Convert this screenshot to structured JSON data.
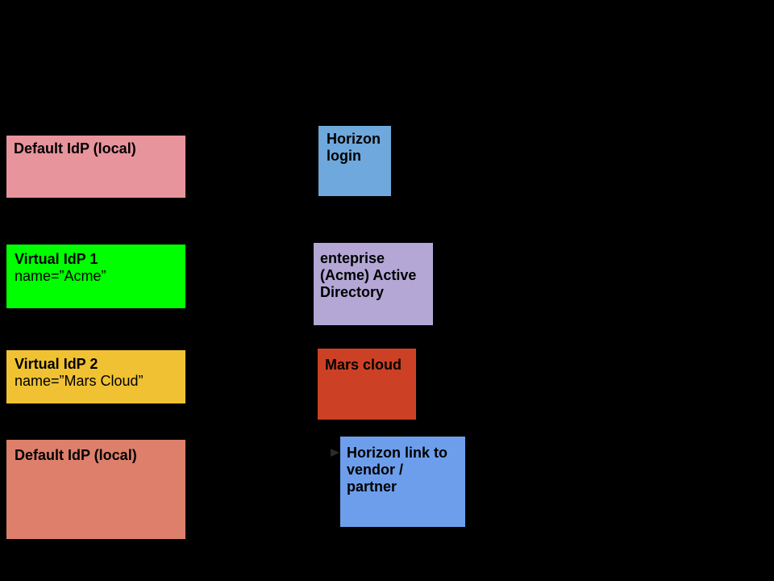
{
  "canvas": {
    "background": "#000000"
  },
  "boxes": [
    {
      "name": "default-idp-local-top",
      "title": "Default IdP (local)",
      "subtitle": "",
      "fill": "#e8949d"
    },
    {
      "name": "horizon-login",
      "title": "Horizon\nlogin",
      "subtitle": "",
      "fill": "#6fa8dc"
    },
    {
      "name": "virtual-idp-1",
      "title": "Virtual IdP 1",
      "subtitle": "name=”Acme”",
      "fill": "#00ff00"
    },
    {
      "name": "enterprise-acme-active-directory",
      "title": "enteprise\n(Acme) Active\nDirectory",
      "subtitle": "",
      "fill": "#b4a7d6"
    },
    {
      "name": "virtual-idp-2",
      "title": "Virtual IdP 2",
      "subtitle": "name=”Mars Cloud”",
      "fill": "#f0c233"
    },
    {
      "name": "mars-cloud",
      "title": "Mars cloud",
      "subtitle": "",
      "fill": "#cc4125"
    },
    {
      "name": "default-idp-local-bottom",
      "title": "Default IdP  (local)",
      "subtitle": "",
      "fill": "#dd7f6b"
    },
    {
      "name": "horizon-link-to-vendor-partner",
      "title": "Horizon link to\nvendor /\npartner",
      "subtitle": "",
      "fill": "#6d9eeb"
    }
  ]
}
